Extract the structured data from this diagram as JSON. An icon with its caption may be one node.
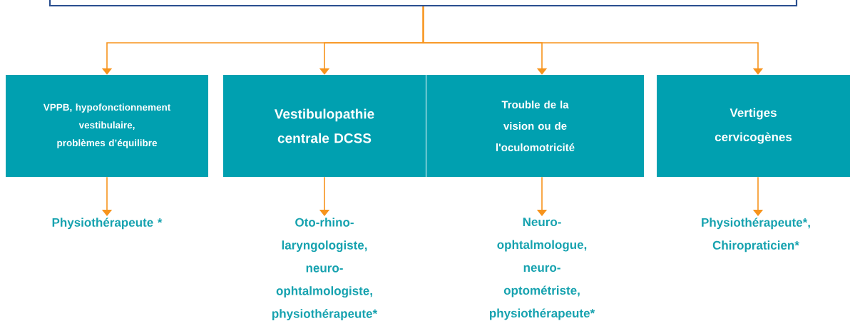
{
  "diagram": {
    "nodes": [
      {
        "text": [],
        "shape": "box"
      },
      {
        "text": [
          "VPPB, hypofonctionnement vestibulaire, problèmes d’équilibre"
        ]
      },
      {
        "text": [
          "Vestibulopathie centrale DCSS"
        ]
      },
      {
        "text": [
          "Trouble de la vision ou de l'oculomotricité"
        ]
      },
      {
        "text": [
          "Vertiges cervicogènes"
        ]
      },
      {
        "text": [
          "Physiothérapeute *"
        ]
      },
      {
        "text": [
          "Oto-rhino-laryngologiste, neuro-ophtalmologiste, physiothérapeute*"
        ]
      },
      {
        "text": [
          "Neuro-ophtalmologue, neuro-optométriste, physiothérapeute*"
        ]
      },
      {
        "text": [
          "Physiothérapeute*, Chiropraticien*"
        ]
      }
    ],
    "edges": [
      {
        "from": 0,
        "to": 1,
        "arrow": "to"
      },
      {
        "from": 0,
        "to": 2,
        "arrow": "to"
      },
      {
        "from": 0,
        "to": 3,
        "arrow": "to"
      },
      {
        "from": 0,
        "to": 4,
        "arrow": "to"
      },
      {
        "from": 1,
        "to": 5,
        "arrow": "to"
      },
      {
        "from": 2,
        "to": 6,
        "arrow": "to"
      },
      {
        "from": 3,
        "to": 7,
        "arrow": "to"
      },
      {
        "from": 4,
        "to": 8,
        "arrow": "to"
      }
    ]
  }
}
